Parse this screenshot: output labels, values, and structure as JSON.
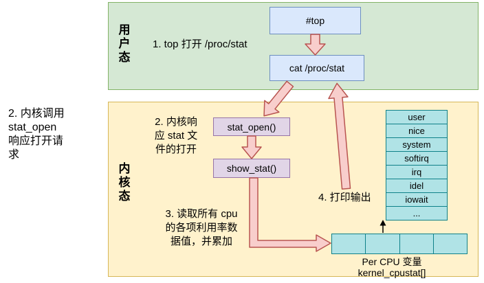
{
  "palette": {
    "user_space_bg": "#d5e8d4",
    "user_space_border": "#82b366",
    "kernel_space_bg": "#fff2cc",
    "kernel_space_border": "#d6b656",
    "process_box_bg": "#dae8fc",
    "process_box_border": "#6c8ebf",
    "func_box_bg": "#e1d5e7",
    "func_box_border": "#9673a6",
    "array_bg": "#b0e3e6",
    "array_border": "#0e8088",
    "arrow_fill": "#f8cecc",
    "arrow_border": "#b85450"
  },
  "side_note": "2. 内核调用\nstat_open\n响应打开请\n求",
  "user_space": {
    "label": "用\n户\n态",
    "step1": "1. top 打开 /proc/stat",
    "top_box": "#top",
    "cat_box": "cat /proc/stat"
  },
  "kernel_space": {
    "label": "内\n核\n态",
    "step2": "2. 内核响\n应 stat 文\n件的打开",
    "step3": "3. 读取所有 cpu\n的各项利用率数\n据值，并累加",
    "step4": "4. 打印输出",
    "stat_open_box": "stat_open()",
    "show_stat_box": "show_stat()",
    "cpustat_fields": [
      "user",
      "nice",
      "system",
      "softirq",
      "irq",
      "idel",
      "iowait",
      "..."
    ],
    "per_cpu_count": 4,
    "per_cpu_label": "Per CPU 变量\nkernel_cpustat[]"
  }
}
